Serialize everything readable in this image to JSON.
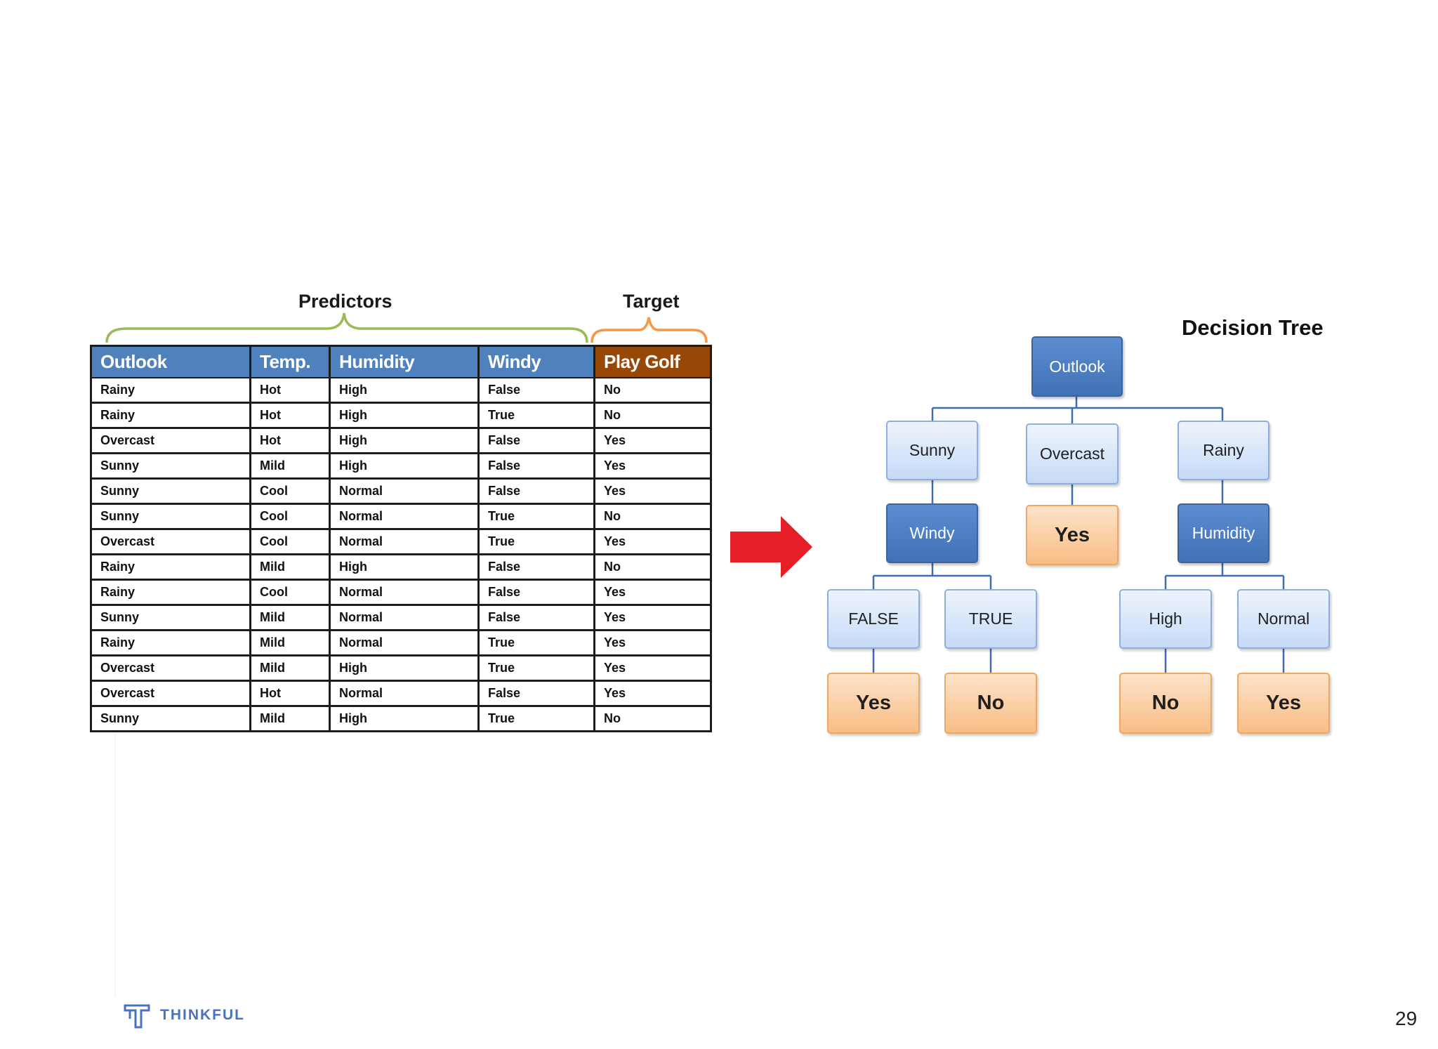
{
  "labels": {
    "predictors": "Predictors",
    "target": "Target"
  },
  "table": {
    "headers": [
      "Outlook",
      "Temp.",
      "Humidity",
      "Windy",
      "Play Golf"
    ],
    "rows": [
      [
        "Rainy",
        "Hot",
        "High",
        "False",
        "No"
      ],
      [
        "Rainy",
        "Hot",
        "High",
        "True",
        "No"
      ],
      [
        "Overcast",
        "Hot",
        "High",
        "False",
        "Yes"
      ],
      [
        "Sunny",
        "Mild",
        "High",
        "False",
        "Yes"
      ],
      [
        "Sunny",
        "Cool",
        "Normal",
        "False",
        "Yes"
      ],
      [
        "Sunny",
        "Cool",
        "Normal",
        "True",
        "No"
      ],
      [
        "Overcast",
        "Cool",
        "Normal",
        "True",
        "Yes"
      ],
      [
        "Rainy",
        "Mild",
        "High",
        "False",
        "No"
      ],
      [
        "Rainy",
        "Cool",
        "Normal",
        "False",
        "Yes"
      ],
      [
        "Sunny",
        "Mild",
        "Normal",
        "False",
        "Yes"
      ],
      [
        "Rainy",
        "Mild",
        "Normal",
        "True",
        "Yes"
      ],
      [
        "Overcast",
        "Mild",
        "High",
        "True",
        "Yes"
      ],
      [
        "Overcast",
        "Hot",
        "Normal",
        "False",
        "Yes"
      ],
      [
        "Sunny",
        "Mild",
        "High",
        "True",
        "No"
      ]
    ]
  },
  "tree": {
    "title": "Decision Tree",
    "root": "Outlook",
    "level1": [
      "Sunny",
      "Overcast",
      "Rainy"
    ],
    "level2": [
      "Windy",
      "Yes",
      "Humidity"
    ],
    "level3": [
      "FALSE",
      "TRUE",
      "High",
      "Normal"
    ],
    "level4": [
      "Yes",
      "No",
      "No",
      "Yes"
    ]
  },
  "footer": {
    "brand": "THINKFUL",
    "page_number": "29"
  },
  "colors": {
    "header_blue": "#4f81bd",
    "header_brown": "#984806",
    "predictor_brace": "#9bbb59",
    "target_brace": "#f79646",
    "arrow_red": "#e61e25",
    "brand_blue": "#4a72c4"
  }
}
